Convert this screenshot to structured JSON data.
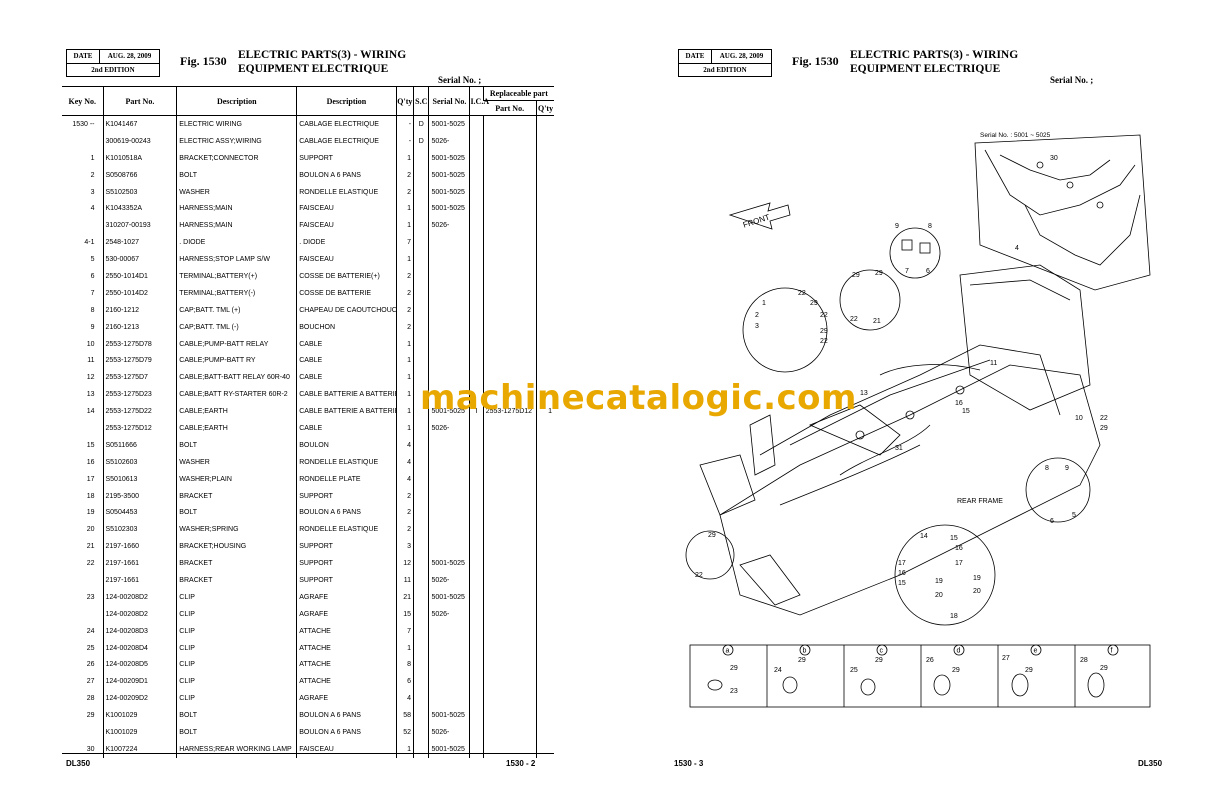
{
  "left": {
    "date_label": "DATE",
    "date_value": "AUG. 28, 2009",
    "edition": "2nd EDITION",
    "fig": "Fig. 1530",
    "title_line1": "ELECTRIC PARTS(3) - WIRING",
    "title_line2": "EQUIPMENT ELECTRIQUE",
    "serial": "Serial No. ;",
    "headers": {
      "key": "Key No.",
      "part": "Part No.",
      "desc_en": "Description",
      "desc_fr": "Description",
      "qty": "Q'ty",
      "sc": "S.C",
      "serial": "Serial No.",
      "ica": "I.C.A",
      "replaceable": "Replaceable part",
      "rep_part": "Part No.",
      "rep_qty": "Q'ty"
    },
    "rows": [
      {
        "key": "1530 --",
        "part": "K1041467",
        "en": "ELECTRIC WIRING",
        "fr": "CABLAGE ELECTRIQUE",
        "qty": "-",
        "sc": "D",
        "serial": "5001-5025",
        "ica": "",
        "rp": "",
        "rq": ""
      },
      {
        "key": "",
        "part": "300619-00243",
        "en": "ELECTRIC ASSY;WIRING",
        "fr": "CABLAGE ELECTRIQUE",
        "qty": "-",
        "sc": "D",
        "serial": "5026-",
        "ica": "",
        "rp": "",
        "rq": ""
      },
      {
        "key": "1",
        "part": "K1010518A",
        "en": "BRACKET;CONNECTOR",
        "fr": "SUPPORT",
        "qty": "1",
        "sc": "",
        "serial": "5001-5025",
        "ica": "",
        "rp": "",
        "rq": ""
      },
      {
        "key": "2",
        "part": "S0508766",
        "en": "BOLT",
        "fr": "BOULON A 6 PANS",
        "qty": "2",
        "sc": "",
        "serial": "5001-5025",
        "ica": "",
        "rp": "",
        "rq": ""
      },
      {
        "key": "3",
        "part": "S5102503",
        "en": "WASHER",
        "fr": "RONDELLE ELASTIQUE",
        "qty": "2",
        "sc": "",
        "serial": "5001-5025",
        "ica": "",
        "rp": "",
        "rq": ""
      },
      {
        "key": "4",
        "part": "K1043352A",
        "en": "HARNESS;MAIN",
        "fr": "FAISCEAU",
        "qty": "1",
        "sc": "",
        "serial": "5001-5025",
        "ica": "",
        "rp": "",
        "rq": ""
      },
      {
        "key": "",
        "part": "310207-00193",
        "en": "HARNESS;MAIN",
        "fr": "FAISCEAU",
        "qty": "1",
        "sc": "",
        "serial": "5026-",
        "ica": "",
        "rp": "",
        "rq": ""
      },
      {
        "key": "4-1",
        "part": "2548-1027",
        "en": ". DIODE",
        "fr": ". DIODE",
        "qty": "7",
        "sc": "",
        "serial": "",
        "ica": "",
        "rp": "",
        "rq": ""
      },
      {
        "key": "5",
        "part": "530-00067",
        "en": "HARNESS;STOP LAMP S/W",
        "fr": "FAISCEAU",
        "qty": "1",
        "sc": "",
        "serial": "",
        "ica": "",
        "rp": "",
        "rq": ""
      },
      {
        "key": "6",
        "part": "2550-1014D1",
        "en": "TERMINAL;BATTERY(+)",
        "fr": "COSSE DE BATTERIE(+)",
        "qty": "2",
        "sc": "",
        "serial": "",
        "ica": "",
        "rp": "",
        "rq": ""
      },
      {
        "key": "7",
        "part": "2550-1014D2",
        "en": "TERMINAL;BATTERY(-)",
        "fr": "COSSE DE BATTERIE",
        "qty": "2",
        "sc": "",
        "serial": "",
        "ica": "",
        "rp": "",
        "rq": ""
      },
      {
        "key": "8",
        "part": "2160-1212",
        "en": "CAP;BATT. TML (+)",
        "fr": "CHAPEAU DE CAOUTCHOUC",
        "qty": "2",
        "sc": "",
        "serial": "",
        "ica": "",
        "rp": "",
        "rq": ""
      },
      {
        "key": "9",
        "part": "2160-1213",
        "en": "CAP;BATT. TML (-)",
        "fr": "BOUCHON",
        "qty": "2",
        "sc": "",
        "serial": "",
        "ica": "",
        "rp": "",
        "rq": ""
      },
      {
        "key": "10",
        "part": "2553-1275D78",
        "en": "CABLE;PUMP-BATT RELAY",
        "fr": "CABLE",
        "qty": "1",
        "sc": "",
        "serial": "",
        "ica": "",
        "rp": "",
        "rq": ""
      },
      {
        "key": "11",
        "part": "2553-1275D79",
        "en": "CABLE;PUMP-BATT RY",
        "fr": "CABLE",
        "qty": "1",
        "sc": "",
        "serial": "",
        "ica": "",
        "rp": "",
        "rq": ""
      },
      {
        "key": "12",
        "part": "2553-1275D7",
        "en": "CABLE;BATT-BATT RELAY 60R-40",
        "fr": "CABLE",
        "qty": "1",
        "sc": "",
        "serial": "",
        "ica": "",
        "rp": "",
        "rq": ""
      },
      {
        "key": "13",
        "part": "2553-1275D23",
        "en": "CABLE;BATT RY-STARTER 60R-2",
        "fr": "CABLE BATTERIE A BATTERIE",
        "qty": "1",
        "sc": "",
        "serial": "",
        "ica": "",
        "rp": "",
        "rq": ""
      },
      {
        "key": "14",
        "part": "2553-1275D22",
        "en": "CABLE;EARTH",
        "fr": "CABLE BATTERIE A BATTERIE",
        "qty": "1",
        "sc": "",
        "serial": "5001-5025",
        "ica": "I",
        "rp": "2553-1275D12",
        "rq": "1"
      },
      {
        "key": "",
        "part": "2553-1275D12",
        "en": "CABLE;EARTH",
        "fr": "CABLE",
        "qty": "1",
        "sc": "",
        "serial": "5026-",
        "ica": "",
        "rp": "",
        "rq": ""
      },
      {
        "key": "15",
        "part": "S0511666",
        "en": "BOLT",
        "fr": "BOULON",
        "qty": "4",
        "sc": "",
        "serial": "",
        "ica": "",
        "rp": "",
        "rq": ""
      },
      {
        "key": "16",
        "part": "S5102603",
        "en": "WASHER",
        "fr": "RONDELLE ELASTIQUE",
        "qty": "4",
        "sc": "",
        "serial": "",
        "ica": "",
        "rp": "",
        "rq": ""
      },
      {
        "key": "17",
        "part": "S5010613",
        "en": "WASHER;PLAIN",
        "fr": "RONDELLE PLATE",
        "qty": "4",
        "sc": "",
        "serial": "",
        "ica": "",
        "rp": "",
        "rq": ""
      },
      {
        "key": "18",
        "part": "2195-3500",
        "en": "BRACKET",
        "fr": "SUPPORT",
        "qty": "2",
        "sc": "",
        "serial": "",
        "ica": "",
        "rp": "",
        "rq": ""
      },
      {
        "key": "19",
        "part": "S0504453",
        "en": "BOLT",
        "fr": "BOULON A 6 PANS",
        "qty": "2",
        "sc": "",
        "serial": "",
        "ica": "",
        "rp": "",
        "rq": ""
      },
      {
        "key": "20",
        "part": "S5102303",
        "en": "WASHER;SPRING",
        "fr": "RONDELLE ELASTIQUE",
        "qty": "2",
        "sc": "",
        "serial": "",
        "ica": "",
        "rp": "",
        "rq": ""
      },
      {
        "key": "21",
        "part": "2197-1660",
        "en": "BRACKET;HOUSING",
        "fr": "SUPPORT",
        "qty": "3",
        "sc": "",
        "serial": "",
        "ica": "",
        "rp": "",
        "rq": ""
      },
      {
        "key": "22",
        "part": "2197-1661",
        "en": "BRACKET",
        "fr": "SUPPORT",
        "qty": "12",
        "sc": "",
        "serial": "5001-5025",
        "ica": "",
        "rp": "",
        "rq": ""
      },
      {
        "key": "",
        "part": "2197-1661",
        "en": "BRACKET",
        "fr": "SUPPORT",
        "qty": "11",
        "sc": "",
        "serial": "5026-",
        "ica": "",
        "rp": "",
        "rq": ""
      },
      {
        "key": "23",
        "part": "124-00208D2",
        "en": "CLIP",
        "fr": "AGRAFE",
        "qty": "21",
        "sc": "",
        "serial": "5001-5025",
        "ica": "",
        "rp": "",
        "rq": ""
      },
      {
        "key": "",
        "part": "124-00208D2",
        "en": "CLIP",
        "fr": "AGRAFE",
        "qty": "15",
        "sc": "",
        "serial": "5026-",
        "ica": "",
        "rp": "",
        "rq": ""
      },
      {
        "key": "24",
        "part": "124-00208D3",
        "en": "CLIP",
        "fr": "ATTACHE",
        "qty": "7",
        "sc": "",
        "serial": "",
        "ica": "",
        "rp": "",
        "rq": ""
      },
      {
        "key": "25",
        "part": "124-00208D4",
        "en": "CLIP",
        "fr": "ATTACHE",
        "qty": "1",
        "sc": "",
        "serial": "",
        "ica": "",
        "rp": "",
        "rq": ""
      },
      {
        "key": "26",
        "part": "124-00208D5",
        "en": "CLIP",
        "fr": "ATTACHE",
        "qty": "8",
        "sc": "",
        "serial": "",
        "ica": "",
        "rp": "",
        "rq": ""
      },
      {
        "key": "27",
        "part": "124-00209D1",
        "en": "CLIP",
        "fr": "ATTACHE",
        "qty": "6",
        "sc": "",
        "serial": "",
        "ica": "",
        "rp": "",
        "rq": ""
      },
      {
        "key": "28",
        "part": "124-00209D2",
        "en": "CLIP",
        "fr": "AGRAFE",
        "qty": "4",
        "sc": "",
        "serial": "",
        "ica": "",
        "rp": "",
        "rq": ""
      },
      {
        "key": "29",
        "part": "K1001029",
        "en": "BOLT",
        "fr": "BOULON A 6 PANS",
        "qty": "58",
        "sc": "",
        "serial": "5001-5025",
        "ica": "",
        "rp": "",
        "rq": ""
      },
      {
        "key": "",
        "part": "K1001029",
        "en": "BOLT",
        "fr": "BOULON A 6 PANS",
        "qty": "52",
        "sc": "",
        "serial": "5026-",
        "ica": "",
        "rp": "",
        "rq": ""
      },
      {
        "key": "30",
        "part": "K1007224",
        "en": "HARNESS;REAR WORKING LAMP",
        "fr": "FAISCEAU",
        "qty": "1",
        "sc": "",
        "serial": "5001-5025",
        "ica": "",
        "rp": "",
        "rq": ""
      }
    ],
    "footer_left": "DL350",
    "footer_right": "1530 - 2"
  },
  "right": {
    "date_label": "DATE",
    "date_value": "AUG. 28, 2009",
    "edition": "2nd EDITION",
    "fig": "Fig. 1530",
    "title_line1": "ELECTRIC PARTS(3) - WIRING",
    "title_line2": "EQUIPMENT ELECTRIQUE",
    "serial": "Serial No. ;",
    "footer_left": "1530 - 3",
    "footer_right": "DL350"
  },
  "diagram": {
    "serial_note": "Serial No. : 5001 ~ 5025",
    "front_label": "FRONT",
    "rear_frame_label": "REAR FRAME",
    "detail_letters": [
      "a",
      "b",
      "c",
      "d",
      "e",
      "f"
    ]
  },
  "watermark": "machinecatalogic.com"
}
